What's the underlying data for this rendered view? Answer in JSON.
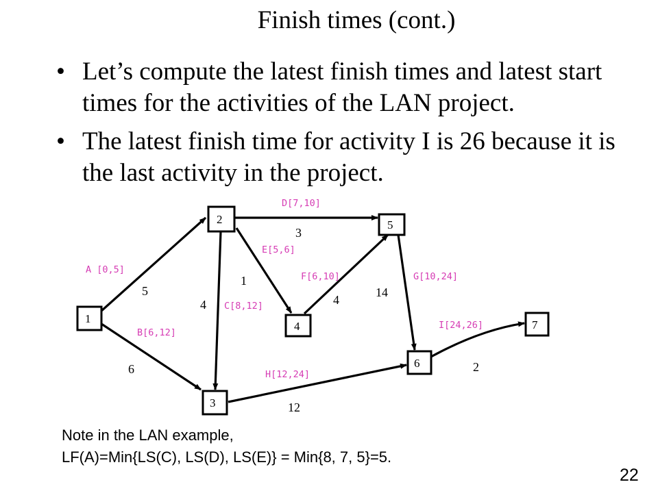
{
  "slide": {
    "title": "Finish times (cont.)",
    "bullets": [
      {
        "marker": "•",
        "text": "Let’s compute the latest finish times and latest start times for the activities of the LAN project."
      },
      {
        "marker": "•",
        "text": "The latest finish time for activity I is 26 because it is the last activity in the project."
      }
    ],
    "note_line1": "Note in the LAN example,",
    "note_line2": "LF(A)=Min{LS(C), LS(D), LS(E)} = Min{8, 7, 5}=5.",
    "page_number": "22"
  },
  "network": {
    "nodes": [
      {
        "id": "1",
        "label": "1"
      },
      {
        "id": "2",
        "label": "2"
      },
      {
        "id": "3",
        "label": "3"
      },
      {
        "id": "4",
        "label": "4"
      },
      {
        "id": "5",
        "label": "5"
      },
      {
        "id": "6",
        "label": "6"
      },
      {
        "id": "7",
        "label": "7"
      }
    ],
    "activities": [
      {
        "name": "A",
        "label": "A [0,5]",
        "duration": "5",
        "from": "1",
        "to": "2"
      },
      {
        "name": "B",
        "label": "B[6,12]",
        "duration": "6",
        "from": "1",
        "to": "3"
      },
      {
        "name": "C",
        "label": "C[8,12]",
        "duration": "4",
        "from": "2",
        "to": "3"
      },
      {
        "name": "D",
        "label": "D[7,10]",
        "duration": "3",
        "from": "2",
        "to": "5"
      },
      {
        "name": "E",
        "label": "E[5,6]",
        "duration": "1",
        "from": "2",
        "to": "4"
      },
      {
        "name": "F",
        "label": "F[6,10]",
        "duration": "4",
        "from": "4",
        "to": "5"
      },
      {
        "name": "G",
        "label": "G[10,24]",
        "duration": "14",
        "from": "5",
        "to": "6"
      },
      {
        "name": "H",
        "label": "H[12,24]",
        "duration": "12",
        "from": "3",
        "to": "6"
      },
      {
        "name": "I",
        "label": "I[24,26]",
        "duration": "2",
        "from": "6",
        "to": "7"
      }
    ],
    "colors": {
      "activity_label": "#d63cb4",
      "edge": "#000000"
    }
  }
}
